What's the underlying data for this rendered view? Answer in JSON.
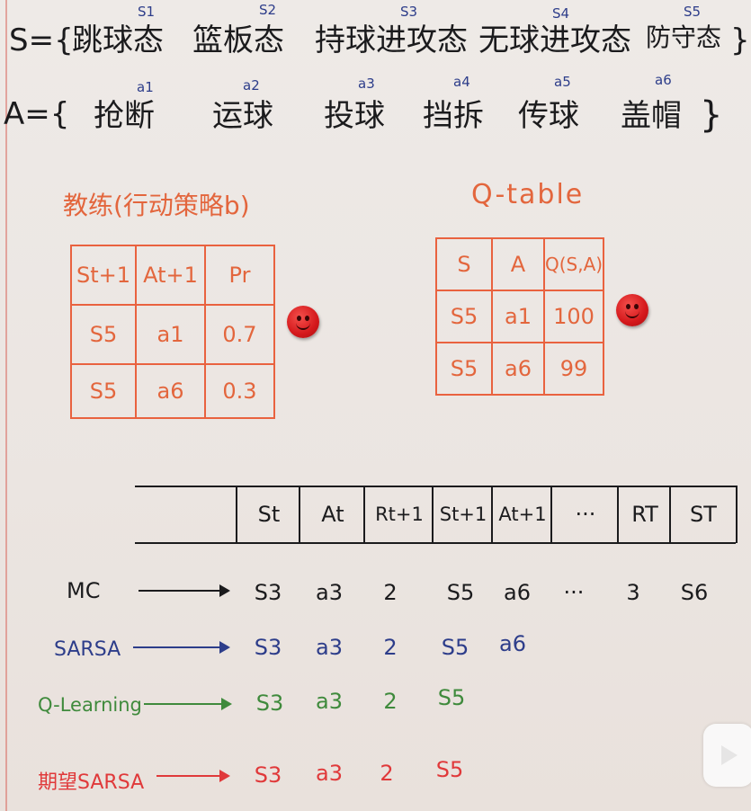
{
  "s_line": {
    "prefix": "S={",
    "items": [
      "跳球态",
      "篮板态",
      "持球进攻态",
      "无球进攻态",
      "防守态"
    ],
    "indices": [
      "S1",
      "S2",
      "S3",
      "S4",
      "S5"
    ],
    "suffix": "}"
  },
  "a_line": {
    "prefix": "A={",
    "items": [
      "抢断",
      "运球",
      "投球",
      "挡拆",
      "传球",
      "盖帽"
    ],
    "indices": [
      "a1",
      "a2",
      "a3",
      "a4",
      "a5",
      "a6"
    ],
    "suffix": "}"
  },
  "coach": {
    "title": "教练(行动策略b)",
    "headers": [
      "St+1",
      "At+1",
      "Pr"
    ],
    "rows": [
      [
        "S5",
        "a1",
        "0.7"
      ],
      [
        "S5",
        "a6",
        "0.3"
      ]
    ]
  },
  "qtable": {
    "title": "Q-table",
    "headers": [
      "S",
      "A",
      "Q(S,A)"
    ],
    "rows": [
      [
        "S5",
        "a1",
        "100"
      ],
      [
        "S5",
        "a6",
        "99"
      ]
    ]
  },
  "trajectory": {
    "headers": [
      "St",
      "At",
      "Rt+1",
      "St+1",
      "At+1",
      "···",
      "RT",
      "ST"
    ]
  },
  "methods": [
    {
      "label": "MC",
      "color": "#1b1b1d",
      "values": [
        "S3",
        "a3",
        "2",
        "S5",
        "a6",
        "···",
        "3",
        "S6"
      ]
    },
    {
      "label": "SARSA",
      "color": "#2d3d8a",
      "values": [
        "S3",
        "a3",
        "2",
        "S5",
        "a6"
      ]
    },
    {
      "label": "Q-Learning",
      "color": "#3f8a3c",
      "values": [
        "S3",
        "a3",
        "2",
        "S5"
      ]
    },
    {
      "label": "期望SARSA",
      "color": "#e0393a",
      "values": [
        "S3",
        "a3",
        "2",
        "S5"
      ]
    }
  ]
}
